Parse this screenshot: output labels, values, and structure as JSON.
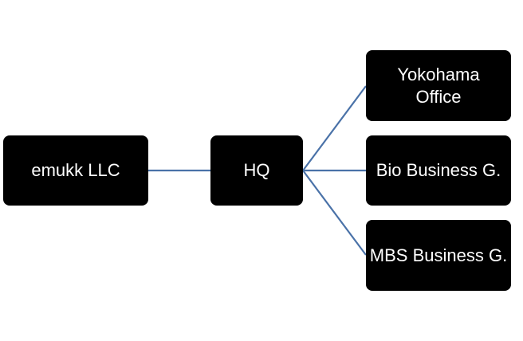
{
  "diagram": {
    "connector_color": "#4a72a8",
    "node_color": "#000000",
    "text_color": "#ffffff",
    "nodes": [
      {
        "id": "root",
        "label": "emukk LLC"
      },
      {
        "id": "hq",
        "label": "HQ"
      },
      {
        "id": "yokohama",
        "label": "Yokohama\nOffice"
      },
      {
        "id": "bio",
        "label": "Bio Business G."
      },
      {
        "id": "mbs",
        "label": "MBS Business G."
      }
    ],
    "edges": [
      {
        "from": "root",
        "to": "hq"
      },
      {
        "from": "hq",
        "to": "yokohama"
      },
      {
        "from": "hq",
        "to": "bio"
      },
      {
        "from": "hq",
        "to": "mbs"
      }
    ]
  }
}
